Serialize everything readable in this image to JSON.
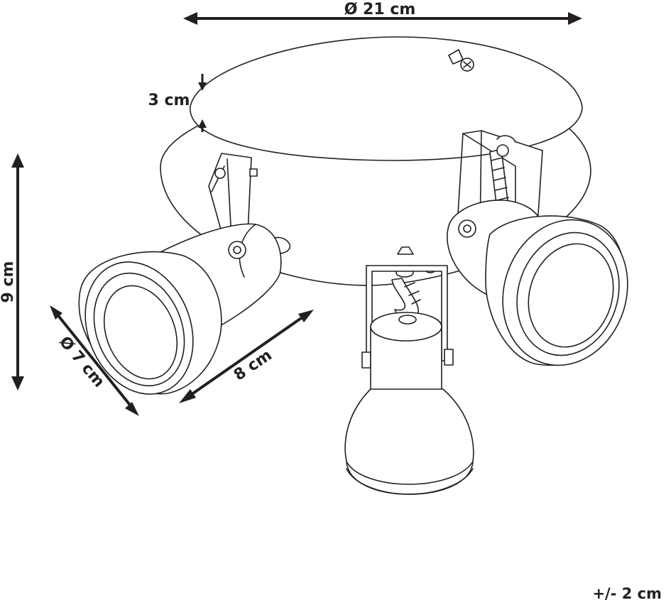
{
  "dimensions": {
    "diameter_base": "Ø 21 cm",
    "base_height": "3 cm",
    "total_height": "9 cm",
    "shade_diameter": "Ø 7 cm",
    "shade_length": "8 cm"
  },
  "tolerance": "+/- 2 cm",
  "colors": {
    "line": "#231f20",
    "fill": "#ffffff"
  }
}
